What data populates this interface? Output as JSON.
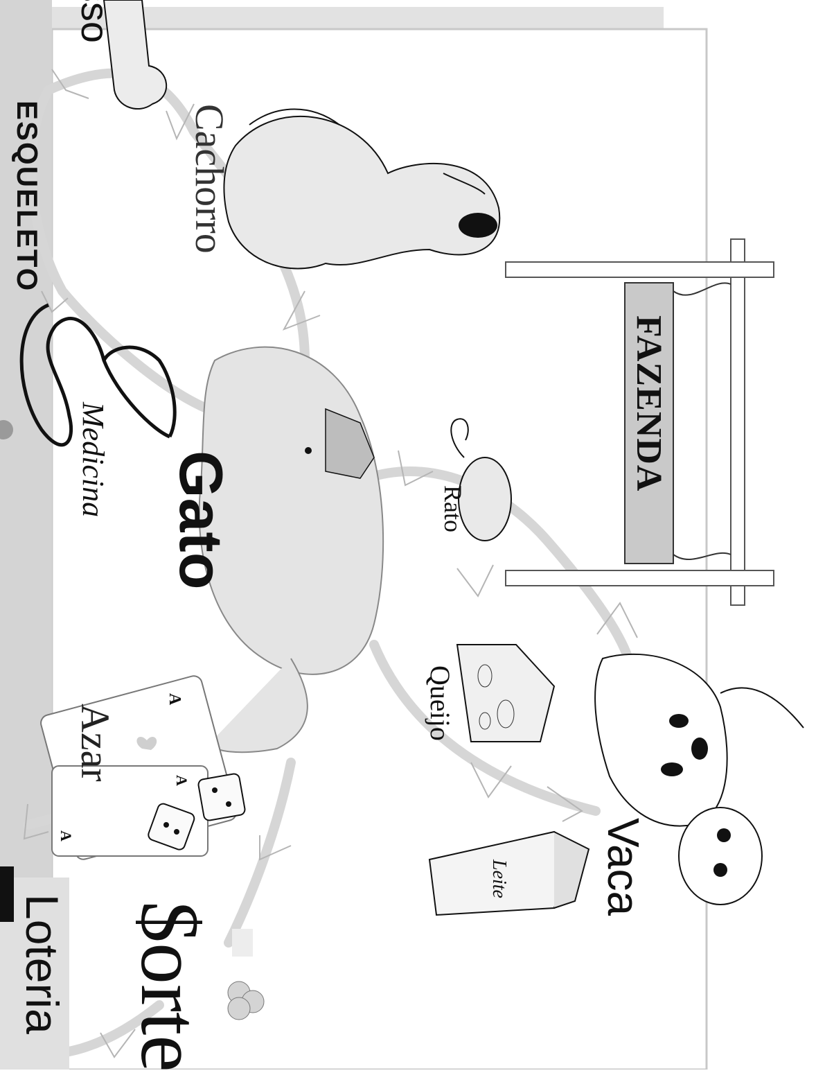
{
  "words": {
    "osso": "Osso",
    "esqueleto": "ESQUELETO",
    "cachorro": "Cachorro",
    "medicina": "Medicina",
    "gato": "Gato",
    "rato": "Rato",
    "fazenda": "FAZENDA",
    "queijo": "Queijo",
    "vaca": "Vaca",
    "leite": "Leite",
    "azar": "Azar",
    "sorte": "$orte",
    "loteria": "Loteria"
  },
  "playing_card_rank": "A",
  "colors": {
    "panel_border": "#c8c8c8",
    "panel_shadow": "#e2e2e2",
    "left_band": "#d4d4d4",
    "path": "#d6d6d6",
    "ink": "#111111",
    "animal_fill": "#e9e9e9"
  }
}
